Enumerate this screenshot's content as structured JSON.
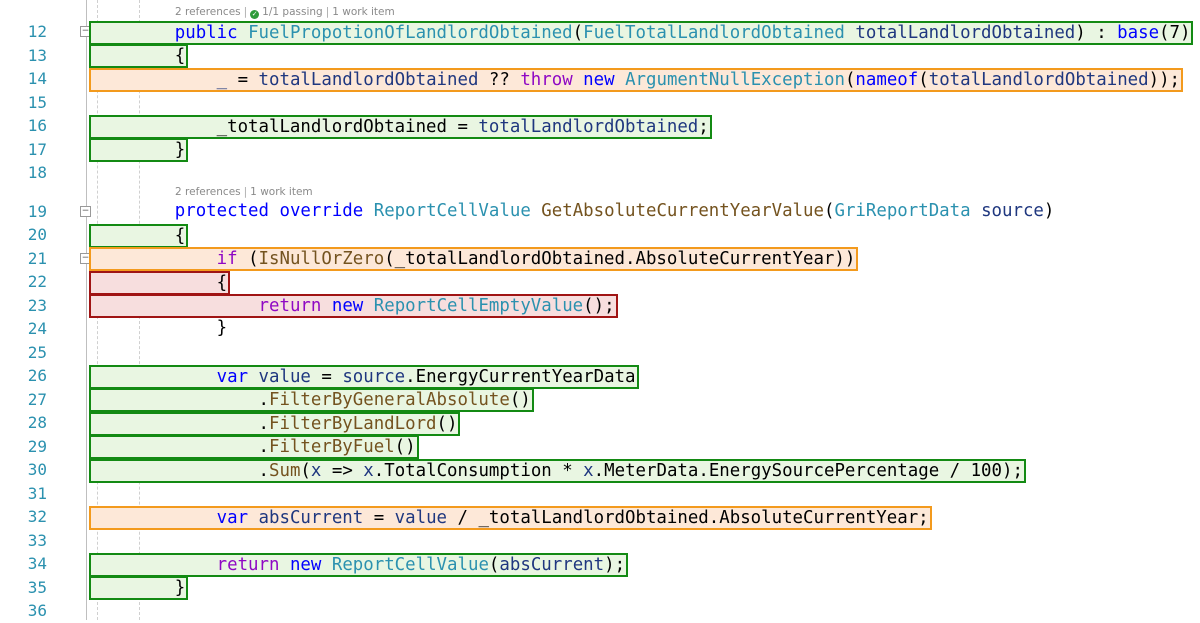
{
  "codelens": [
    {
      "before_line": "12",
      "items": [
        "2 references",
        "1/1 passing",
        "1 work item"
      ],
      "passing_index": 1
    },
    {
      "before_line": "19",
      "items": [
        "2 references",
        "1 work item"
      ]
    }
  ],
  "colors": {
    "covered": "#138a13",
    "partial": "#f39a1d",
    "uncovered": "#a01414"
  },
  "lines": [
    {
      "n": "12",
      "cov": "g",
      "fold": true,
      "t": [
        [
          "        ",
          "p"
        ],
        [
          "public",
          "k"
        ],
        [
          " ",
          "p"
        ],
        [
          "FuelPropotionOfLandlordObtained",
          "t"
        ],
        [
          "(",
          "p"
        ],
        [
          "FuelTotalLandlordObtained",
          "t"
        ],
        [
          " ",
          "p"
        ],
        [
          "totalLandlordObtained",
          "v"
        ],
        [
          ") : ",
          "p"
        ],
        [
          "base",
          "k"
        ],
        [
          "(7)",
          "p"
        ]
      ]
    },
    {
      "n": "13",
      "cov": "g",
      "t": [
        [
          "        {",
          "p"
        ]
      ]
    },
    {
      "n": "14",
      "cov": "o",
      "t": [
        [
          "            ",
          "p"
        ],
        [
          "_",
          "v"
        ],
        [
          " = ",
          "p"
        ],
        [
          "totalLandlordObtained",
          "v"
        ],
        [
          " ?? ",
          "p"
        ],
        [
          "throw",
          "c"
        ],
        [
          " ",
          "p"
        ],
        [
          "new",
          "k"
        ],
        [
          " ",
          "p"
        ],
        [
          "ArgumentNullException",
          "t"
        ],
        [
          "(",
          "p"
        ],
        [
          "nameof",
          "k"
        ],
        [
          "(",
          "p"
        ],
        [
          "totalLandlordObtained",
          "v"
        ],
        [
          "));",
          "p"
        ]
      ]
    },
    {
      "n": "15",
      "cov": "",
      "t": []
    },
    {
      "n": "16",
      "cov": "g",
      "t": [
        [
          "            _totalLandlordObtained = ",
          "p"
        ],
        [
          "totalLandlordObtained",
          "v"
        ],
        [
          ";",
          "p"
        ]
      ]
    },
    {
      "n": "17",
      "cov": "g",
      "t": [
        [
          "        }",
          "p"
        ]
      ]
    },
    {
      "n": "18",
      "cov": "",
      "t": []
    },
    {
      "n": "19",
      "cov": "",
      "fold": true,
      "t": [
        [
          "        ",
          "p"
        ],
        [
          "protected",
          "k"
        ],
        [
          " ",
          "p"
        ],
        [
          "override",
          "k"
        ],
        [
          " ",
          "p"
        ],
        [
          "ReportCellValue",
          "t"
        ],
        [
          " ",
          "p"
        ],
        [
          "GetAbsoluteCurrentYearValue",
          "m"
        ],
        [
          "(",
          "p"
        ],
        [
          "GriReportData",
          "t"
        ],
        [
          " ",
          "p"
        ],
        [
          "source",
          "v"
        ],
        [
          ")",
          "p"
        ]
      ]
    },
    {
      "n": "20",
      "cov": "g",
      "t": [
        [
          "        {",
          "p"
        ]
      ]
    },
    {
      "n": "21",
      "cov": "o",
      "fold": true,
      "t": [
        [
          "            ",
          "p"
        ],
        [
          "if",
          "c"
        ],
        [
          " (",
          "p"
        ],
        [
          "IsNullOrZero",
          "m"
        ],
        [
          "(_totalLandlordObtained.AbsoluteCurrentYear))",
          "p"
        ]
      ]
    },
    {
      "n": "22",
      "cov": "r",
      "t": [
        [
          "            {",
          "p"
        ]
      ]
    },
    {
      "n": "23",
      "cov": "r",
      "t": [
        [
          "                ",
          "p"
        ],
        [
          "return",
          "c"
        ],
        [
          " ",
          "p"
        ],
        [
          "new",
          "k"
        ],
        [
          " ",
          "p"
        ],
        [
          "ReportCellEmptyValue",
          "t"
        ],
        [
          "();",
          "p"
        ]
      ]
    },
    {
      "n": "24",
      "cov": "",
      "t": [
        [
          "            }",
          "p"
        ]
      ]
    },
    {
      "n": "25",
      "cov": "",
      "t": []
    },
    {
      "n": "26",
      "cov": "g",
      "t": [
        [
          "            ",
          "p"
        ],
        [
          "var",
          "k"
        ],
        [
          " ",
          "p"
        ],
        [
          "value",
          "v"
        ],
        [
          " = ",
          "p"
        ],
        [
          "source",
          "v"
        ],
        [
          ".EnergyCurrentYearData",
          "p"
        ]
      ]
    },
    {
      "n": "27",
      "cov": "g",
      "t": [
        [
          "                .",
          "p"
        ],
        [
          "FilterByGeneralAbsolute",
          "m"
        ],
        [
          "()",
          "p"
        ]
      ]
    },
    {
      "n": "28",
      "cov": "g",
      "t": [
        [
          "                .",
          "p"
        ],
        [
          "FilterByLandLord",
          "m"
        ],
        [
          "()",
          "p"
        ]
      ]
    },
    {
      "n": "29",
      "cov": "g",
      "t": [
        [
          "                .",
          "p"
        ],
        [
          "FilterByFuel",
          "m"
        ],
        [
          "()",
          "p"
        ]
      ]
    },
    {
      "n": "30",
      "cov": "g",
      "t": [
        [
          "                .",
          "p"
        ],
        [
          "Sum",
          "m"
        ],
        [
          "(",
          "p"
        ],
        [
          "x",
          "v"
        ],
        [
          " => ",
          "p"
        ],
        [
          "x",
          "v"
        ],
        [
          ".TotalConsumption * ",
          "p"
        ],
        [
          "x",
          "v"
        ],
        [
          ".MeterData.EnergySourcePercentage / 100);",
          "p"
        ]
      ]
    },
    {
      "n": "31",
      "cov": "",
      "t": []
    },
    {
      "n": "32",
      "cov": "o",
      "t": [
        [
          "            ",
          "p"
        ],
        [
          "var",
          "k"
        ],
        [
          " ",
          "p"
        ],
        [
          "absCurrent",
          "v"
        ],
        [
          " = ",
          "p"
        ],
        [
          "value",
          "v"
        ],
        [
          " / _totalLandlordObtained.AbsoluteCurrentYear;",
          "p"
        ]
      ]
    },
    {
      "n": "33",
      "cov": "",
      "t": []
    },
    {
      "n": "34",
      "cov": "g",
      "t": [
        [
          "            ",
          "p"
        ],
        [
          "return",
          "c"
        ],
        [
          " ",
          "p"
        ],
        [
          "new",
          "k"
        ],
        [
          " ",
          "p"
        ],
        [
          "ReportCellValue",
          "t"
        ],
        [
          "(",
          "p"
        ],
        [
          "absCurrent",
          "v"
        ],
        [
          ");",
          "p"
        ]
      ]
    },
    {
      "n": "35",
      "cov": "g",
      "t": [
        [
          "        }",
          "p"
        ]
      ]
    },
    {
      "n": "36",
      "cov": "",
      "t": []
    }
  ]
}
